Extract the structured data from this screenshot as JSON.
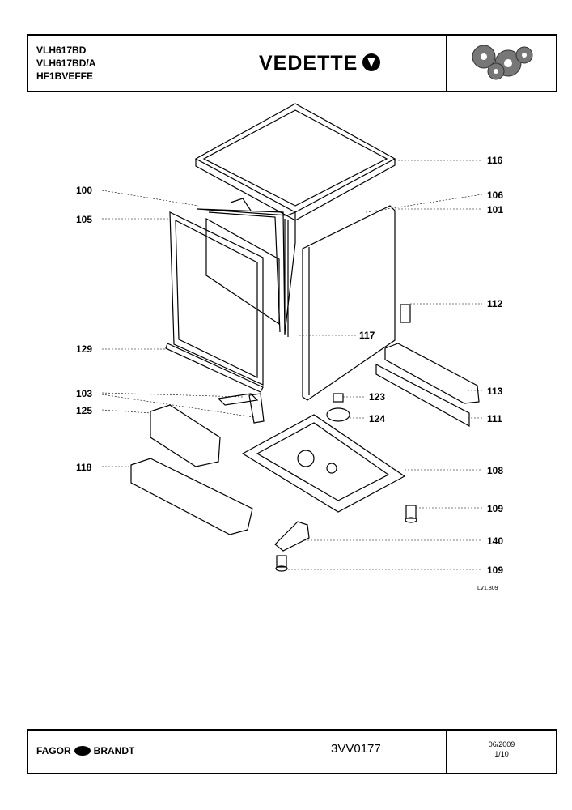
{
  "header": {
    "models": [
      "VLH617BD",
      "VLH617BD/A",
      "HF1BVEFFE"
    ],
    "brand": "VEDETTE"
  },
  "parts": {
    "p116": "116",
    "p100": "100",
    "p106": "106",
    "p105": "105",
    "p101": "101",
    "p112": "112",
    "p117": "117",
    "p129": "129",
    "p113": "113",
    "p103": "103",
    "p123": "123",
    "p125": "125",
    "p124": "124",
    "p111": "111",
    "p118": "118",
    "p108": "108",
    "p109a": "109",
    "p140": "140",
    "p109b": "109"
  },
  "ref_code": "LV1.809",
  "footer": {
    "brand_left": "FAGOR",
    "brand_right": "BRANDT",
    "doc_number": "3VV0177",
    "date": "06/2009",
    "page": "1/10"
  }
}
